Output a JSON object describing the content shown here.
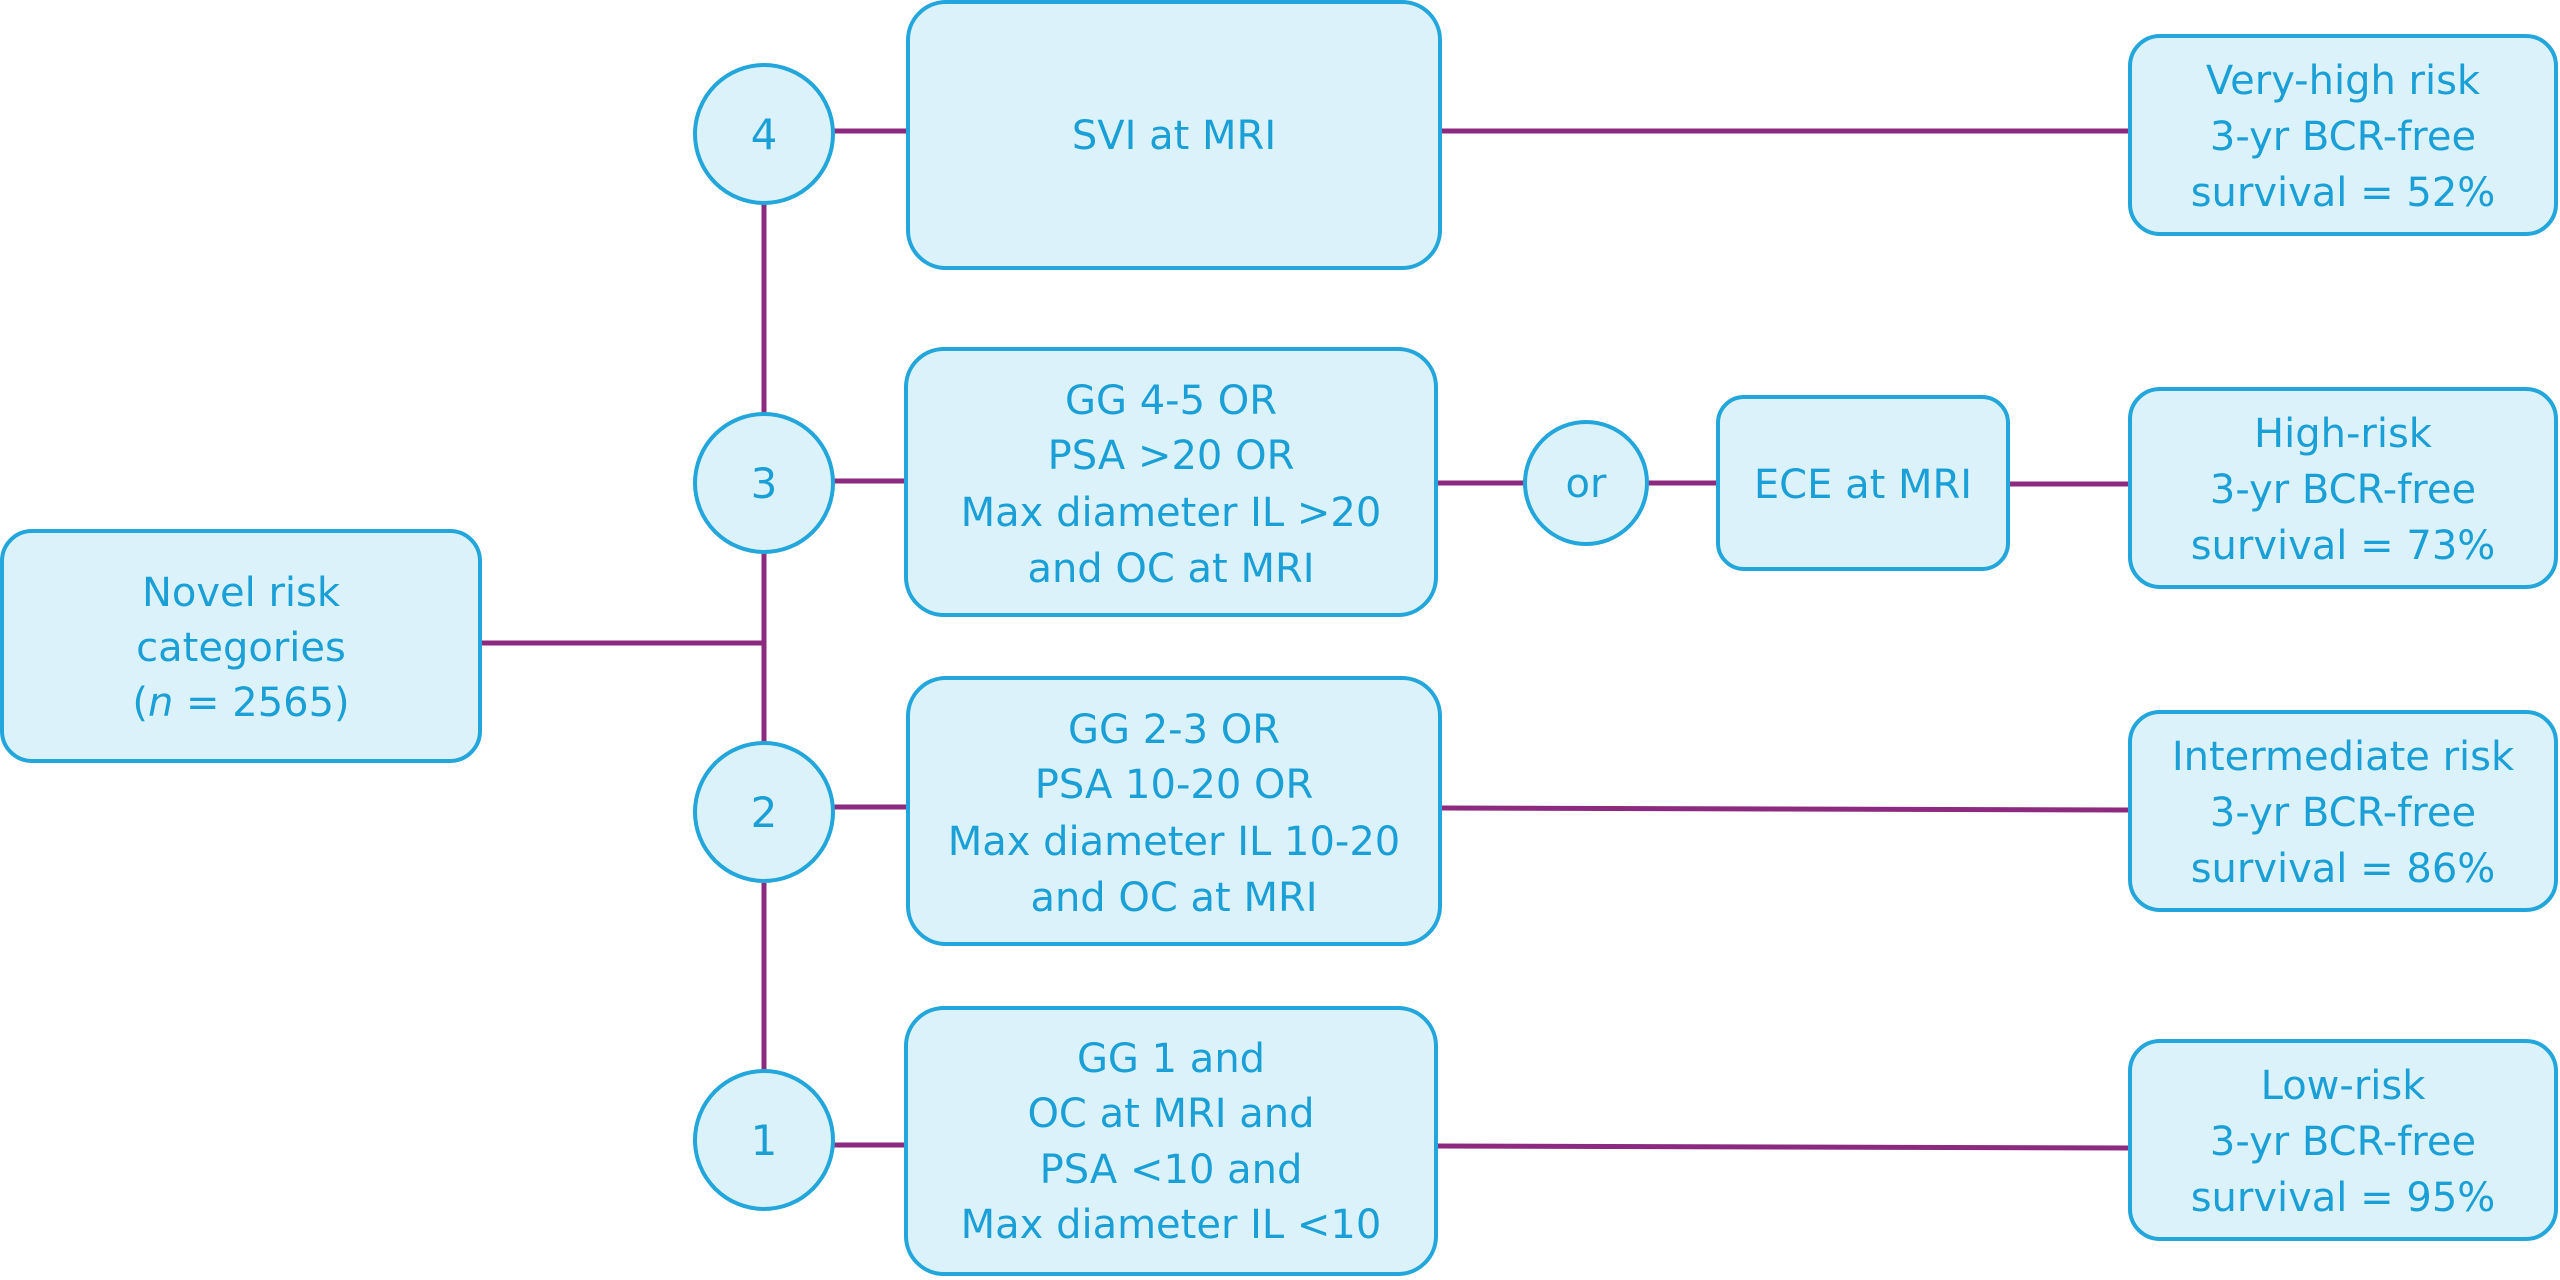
{
  "colors": {
    "box_fill": "#dbf2fb",
    "box_stroke": "#23a6db",
    "connector": "#8b2a7e",
    "text": "#1a9fd6"
  },
  "root": {
    "line1": "Novel risk",
    "line2": "categories",
    "n_open": "(",
    "n_var": "n",
    "n_rest": " = 2565)"
  },
  "nodes": {
    "n4": "4",
    "n3": "3",
    "n2": "2",
    "n1": "1",
    "or": "or"
  },
  "criteria": {
    "c4": [
      "SVI at MRI"
    ],
    "c3": [
      "GG 4-5 OR",
      "PSA >20 OR",
      "Max diameter IL >20",
      "and OC at MRI"
    ],
    "c3_extra": [
      "ECE at MRI"
    ],
    "c2": [
      "GG 2-3 OR",
      "PSA 10-20 OR",
      "Max diameter IL 10-20",
      "and OC at MRI"
    ],
    "c1": [
      "GG 1 and",
      "OC at MRI and",
      "PSA <10 and",
      "Max diameter IL <10"
    ]
  },
  "outcomes": {
    "o4": [
      "Very-high risk",
      "3-yr BCR-free",
      "survival = 52%"
    ],
    "o3": [
      "High-risk",
      "3-yr BCR-free",
      "survival = 73%"
    ],
    "o2": [
      "Intermediate risk",
      "3-yr BCR-free",
      "survival = 86%"
    ],
    "o1": [
      "Low-risk",
      "3-yr BCR-free",
      "survival = 95%"
    ]
  }
}
